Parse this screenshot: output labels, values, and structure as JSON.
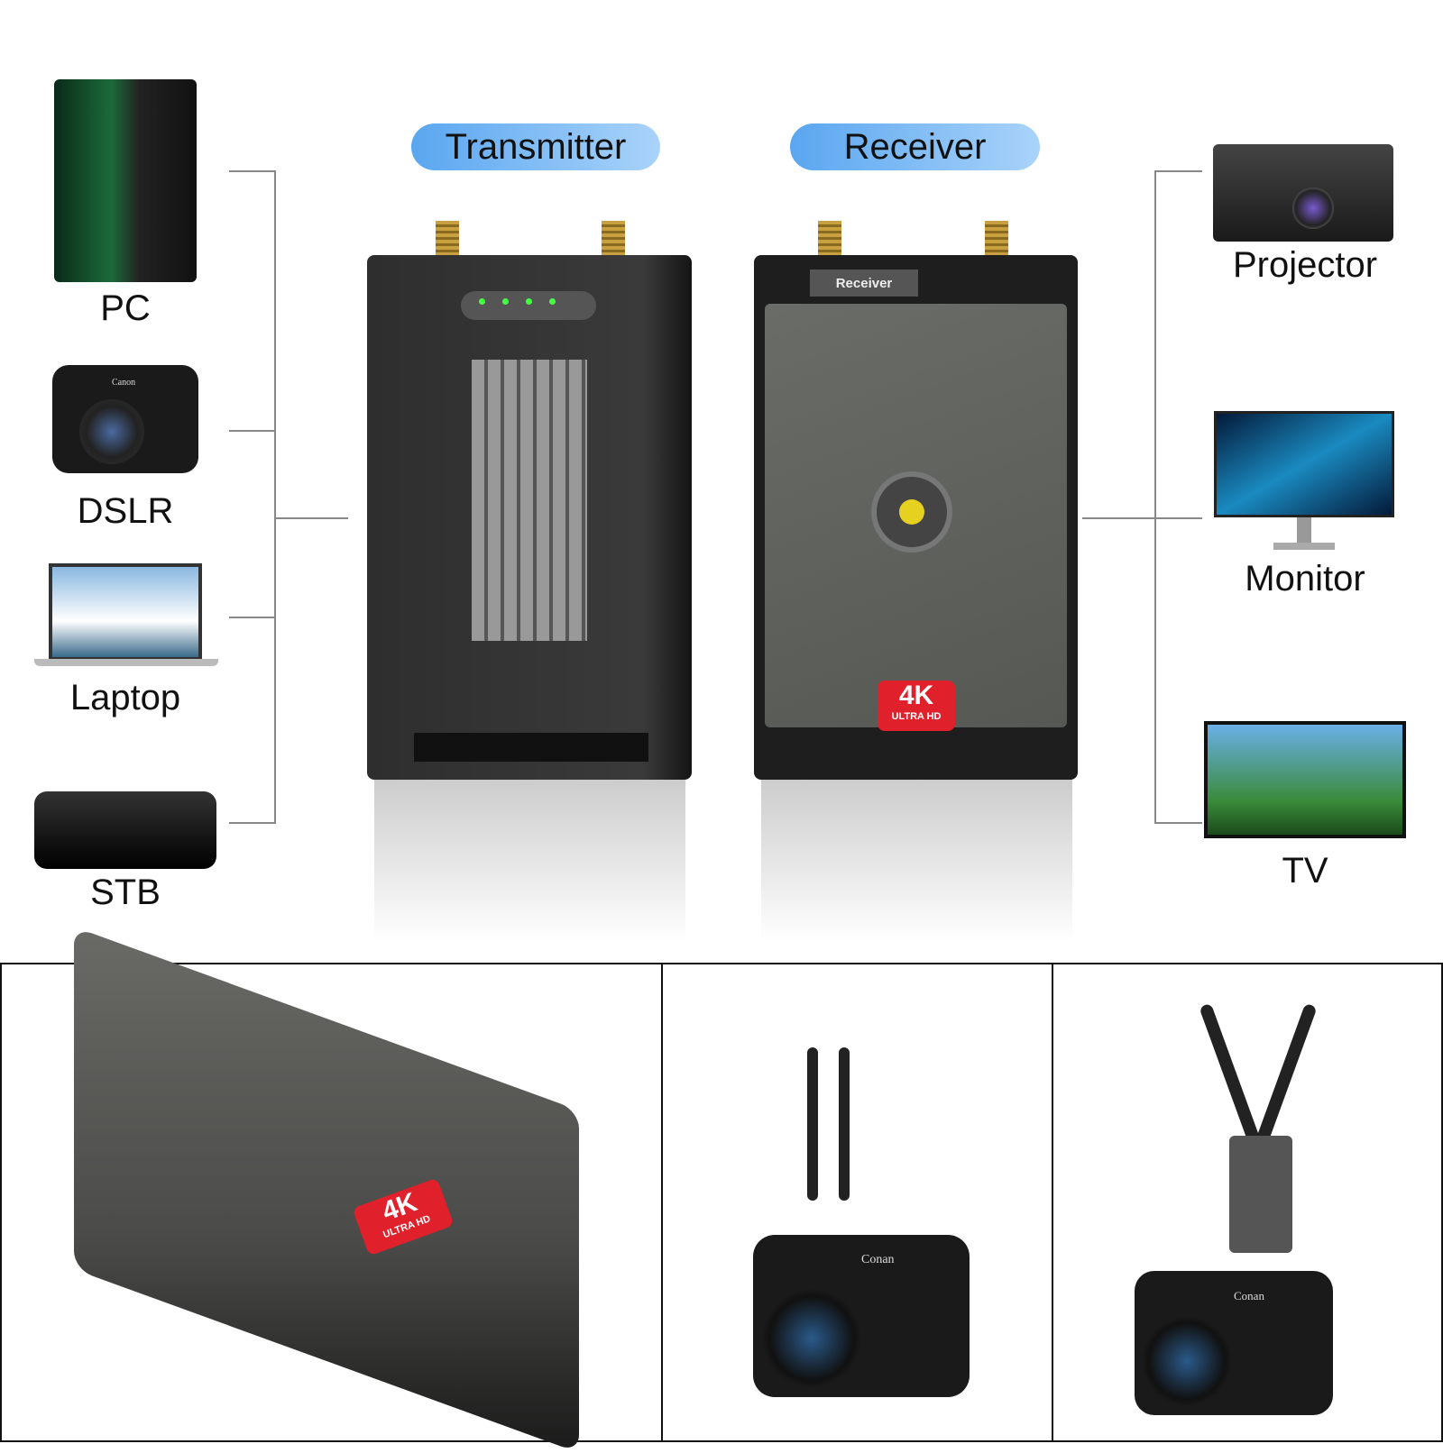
{
  "headers": {
    "transmitter": "Transmitter",
    "receiver": "Receiver"
  },
  "sources": [
    {
      "label": "PC"
    },
    {
      "label": "DSLR"
    },
    {
      "label": "Laptop"
    },
    {
      "label": "STB"
    }
  ],
  "displays": [
    {
      "label": "Projector"
    },
    {
      "label": "Monitor"
    },
    {
      "label": "TV"
    }
  ],
  "receiver_device": {
    "tag": "Receiver",
    "badge_main": "4K",
    "badge_sub": "ULTRA HD"
  },
  "bottom": {
    "badge_main": "4K",
    "badge_sub": "ULTRA HD",
    "camera_brand": "Conan",
    "dslr_brand": "Canon"
  },
  "colors": {
    "pill": "#5aa6f0",
    "badge": "#e0202a",
    "device": "#5a5c5a"
  }
}
